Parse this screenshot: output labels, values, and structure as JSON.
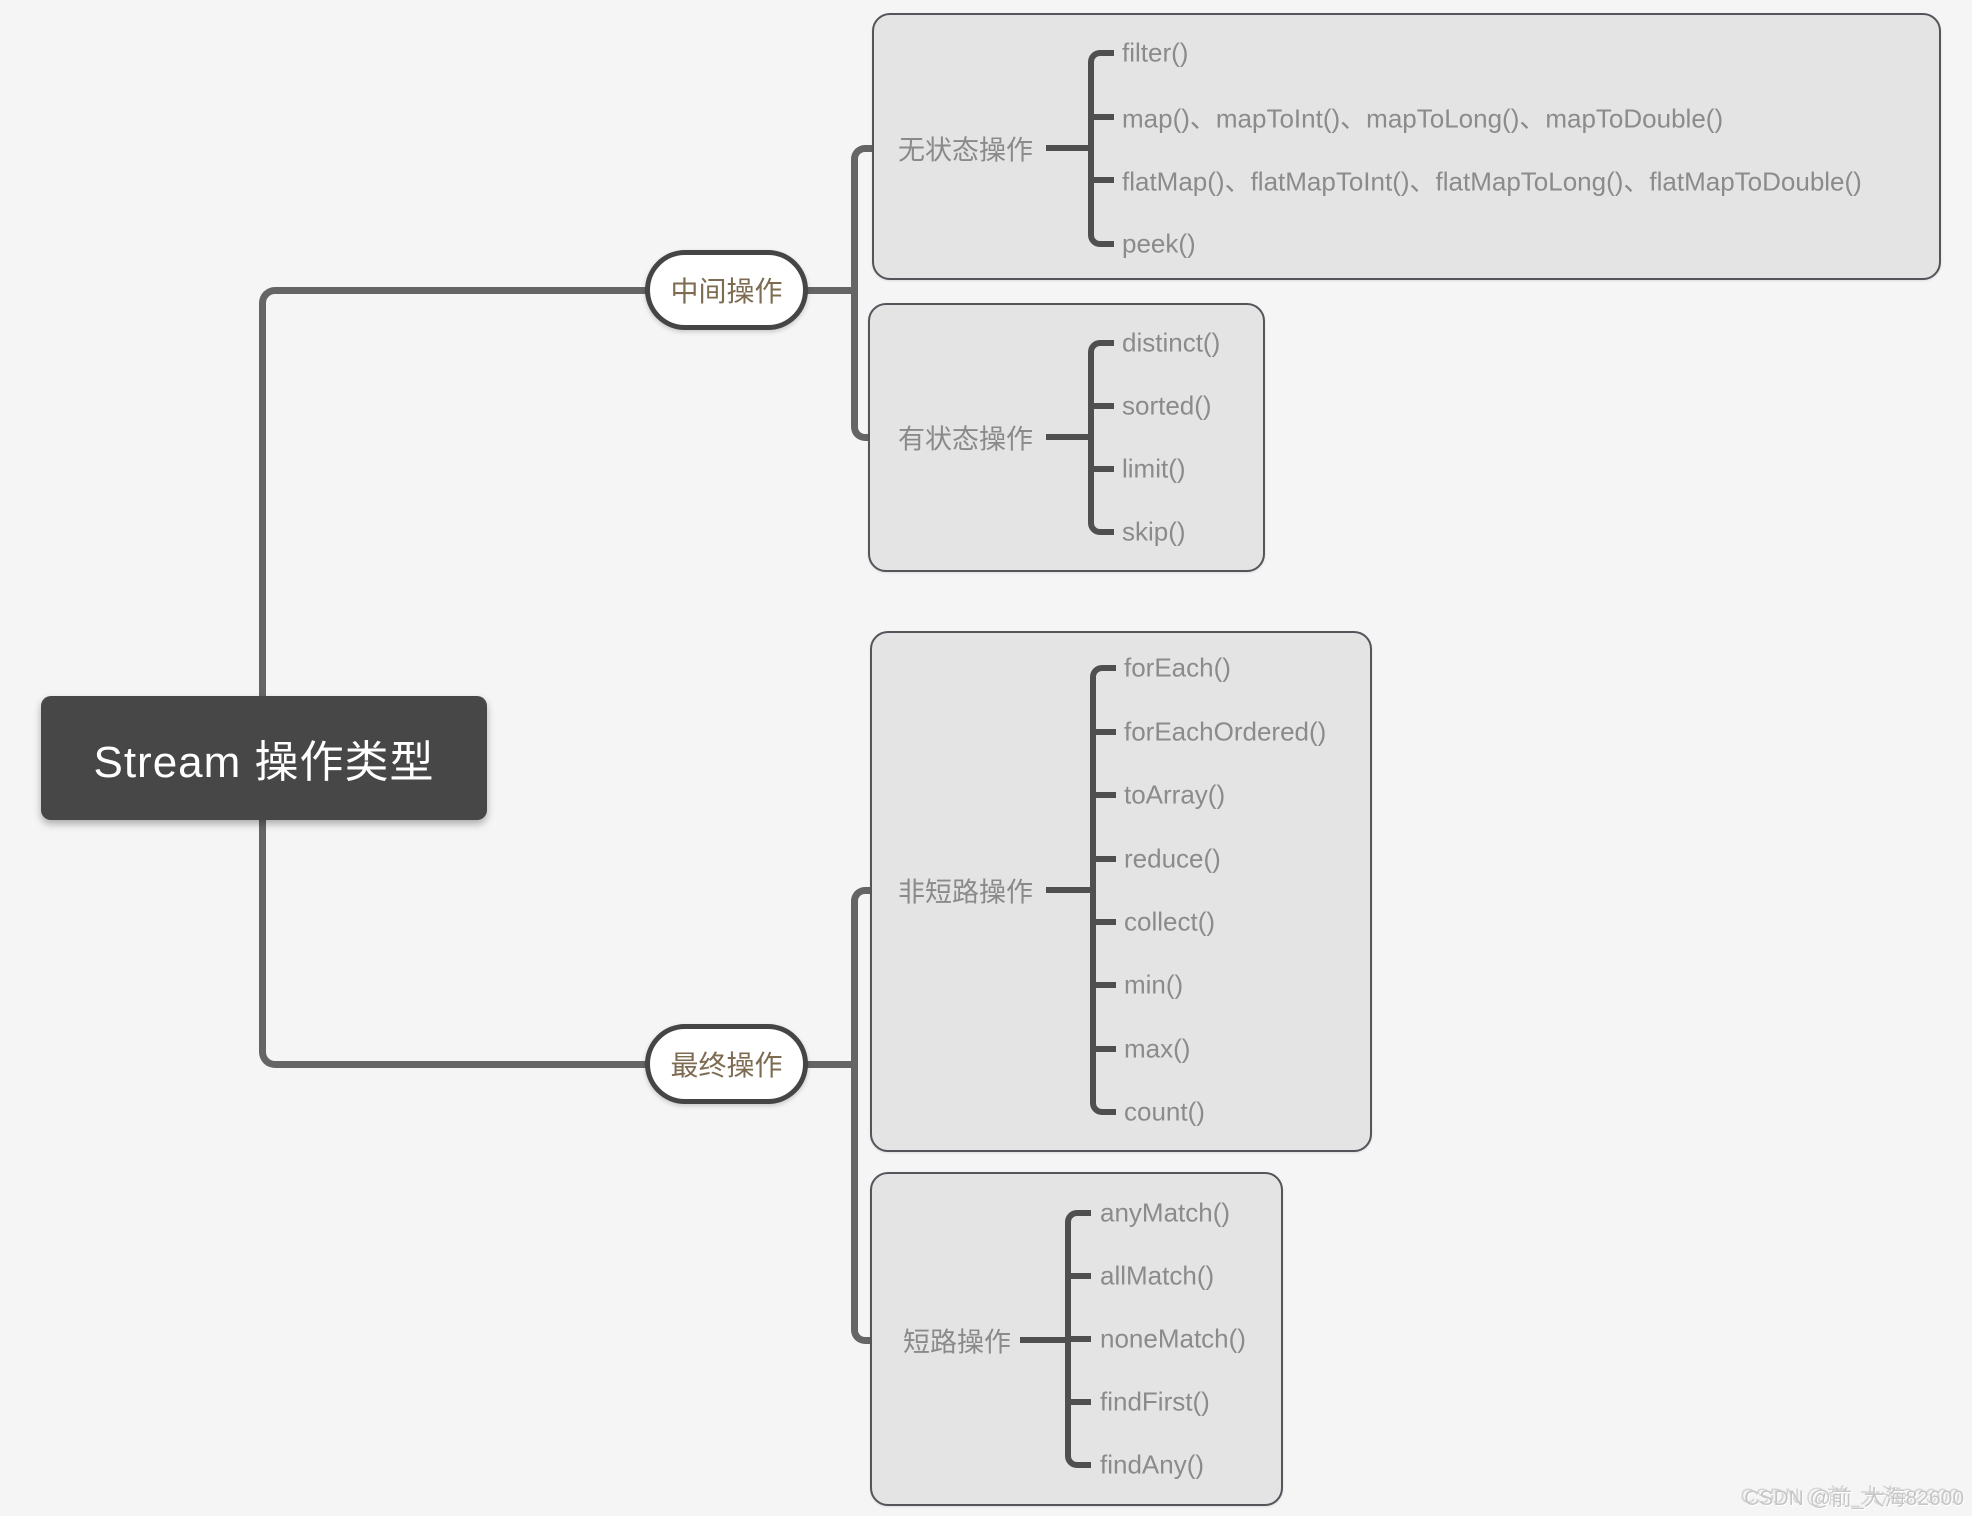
{
  "root": {
    "label": "Stream 操作类型"
  },
  "branches": [
    {
      "label": "中间操作",
      "groups": [
        {
          "label": "无状态操作",
          "items": [
            "filter()",
            "map()、mapToInt()、mapToLong()、mapToDouble()",
            "flatMap()、flatMapToInt()、flatMapToLong()、flatMapToDouble()",
            "peek()"
          ]
        },
        {
          "label": "有状态操作",
          "items": [
            "distinct()",
            "sorted()",
            "limit()",
            "skip()"
          ]
        }
      ]
    },
    {
      "label": "最终操作",
      "groups": [
        {
          "label": "非短路操作",
          "items": [
            "forEach()",
            "forEachOrdered()",
            "toArray()",
            "reduce()",
            "collect()",
            "min()",
            "max()",
            "count()"
          ]
        },
        {
          "label": "短路操作",
          "items": [
            "anyMatch()",
            "allMatch()",
            "noneMatch()",
            "findFirst()",
            "findAny()"
          ]
        }
      ]
    }
  ],
  "watermark": "CSDN @前_大海82600",
  "colors": {
    "background": "#f5f5f6",
    "root_fill": "#474747",
    "root_text": "#ffffff",
    "pill_text": "#7d6b52",
    "box_fill": "#e4e4e5",
    "box_border": "#53555a",
    "connector": "#656565",
    "bracket": "#4f4f4f",
    "item_text": "#8b8b8b"
  }
}
